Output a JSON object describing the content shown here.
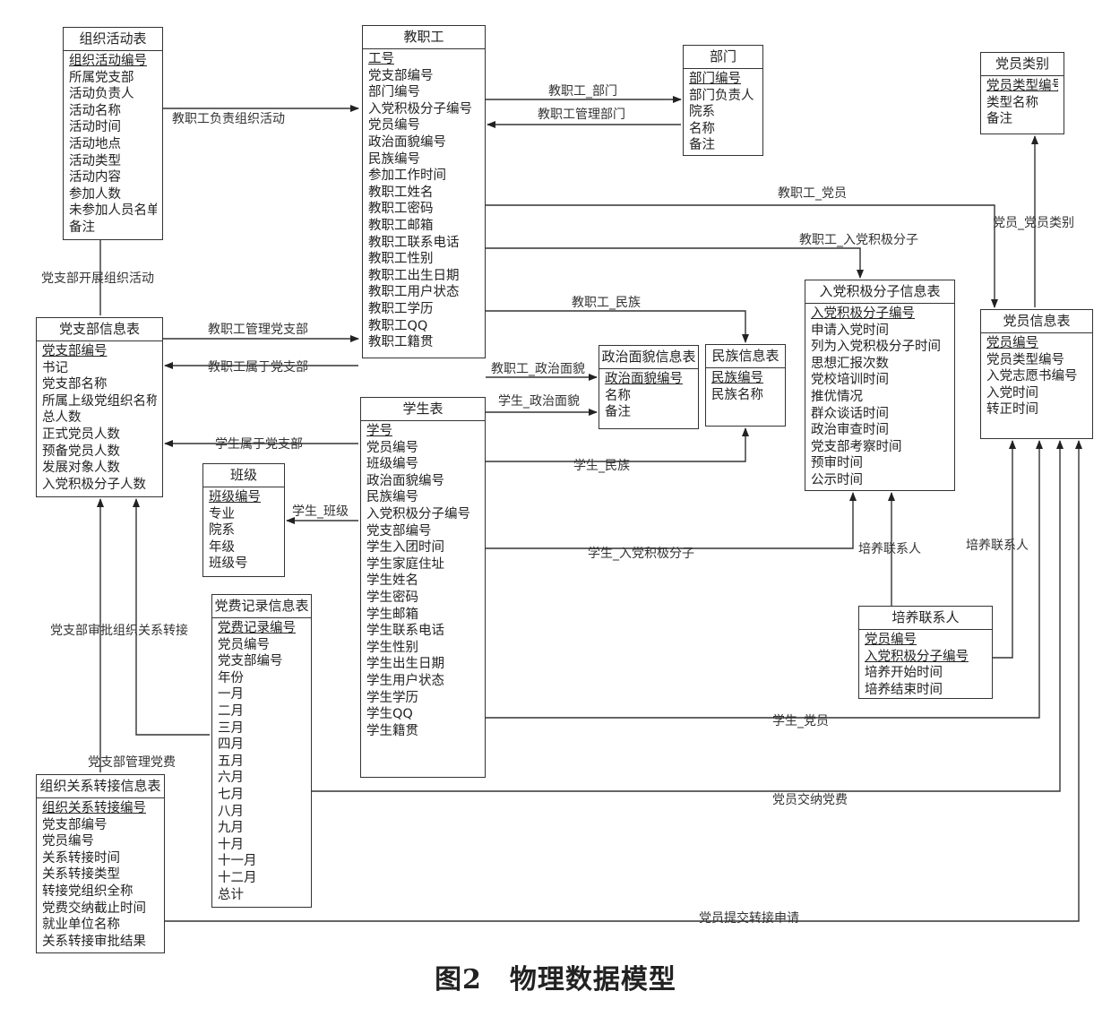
{
  "caption": "图2　物理数据模型",
  "entities": {
    "org_activity": {
      "title": "组织活动表",
      "fields": [
        "组织活动编号",
        "所属党支部",
        "活动负责人",
        "活动名称",
        "活动时间",
        "活动地点",
        "活动类型",
        "活动内容",
        "参加人数",
        "未参加人员名单",
        "备注"
      ],
      "pk_count": 1
    },
    "staff": {
      "title": "教职工",
      "fields": [
        "工号",
        "党支部编号",
        "部门编号",
        "入党积极分子编号",
        "党员编号",
        "政治面貌编号",
        "民族编号",
        "参加工作时间",
        "教职工姓名",
        "教职工密码",
        "教职工邮箱",
        "教职工联系电话",
        "教职工性别",
        "教职工出生日期",
        "教职工用户状态",
        "教职工学历",
        "教职工QQ",
        "教职工籍贯"
      ],
      "pk_count": 1
    },
    "dept": {
      "title": "部门",
      "fields": [
        "部门编号",
        "部门负责人",
        "院系",
        "名称",
        "备注"
      ],
      "pk_count": 1
    },
    "member_type": {
      "title": "党员类别",
      "fields": [
        "党员类型编号",
        "类型名称",
        "备注"
      ],
      "pk_count": 1
    },
    "branch": {
      "title": "党支部信息表",
      "fields": [
        "党支部编号",
        "书记",
        "党支部名称",
        "所属上级党组织名称",
        "总人数",
        "正式党员人数",
        "预备党员人数",
        "发展对象人数",
        "入党积极分子人数"
      ],
      "pk_count": 1
    },
    "activist": {
      "title": "入党积极分子信息表",
      "fields": [
        "入党积极分子编号",
        "申请入党时间",
        "列为入党积极分子时间",
        "思想汇报次数",
        "党校培训时间",
        "推优情况",
        "群众谈话时间",
        "政治审查时间",
        "党支部考察时间",
        "预审时间",
        "公示时间"
      ],
      "pk_count": 1
    },
    "member": {
      "title": "党员信息表",
      "fields": [
        "党员编号",
        "党员类型编号",
        "入党志愿书编号",
        "入党时间",
        "转正时间"
      ],
      "pk_count": 1
    },
    "political": {
      "title": "政治面貌信息表",
      "fields": [
        "政治面貌编号",
        "名称",
        "备注"
      ],
      "pk_count": 1
    },
    "nation": {
      "title": "民族信息表",
      "fields": [
        "民族编号",
        "民族名称"
      ],
      "pk_count": 1
    },
    "student": {
      "title": "学生表",
      "fields": [
        "学号",
        "党员编号",
        "班级编号",
        "政治面貌编号",
        "民族编号",
        "入党积极分子编号",
        "党支部编号",
        "学生入团时间",
        "学生家庭住址",
        "学生姓名",
        "学生密码",
        "学生邮箱",
        "学生联系电话",
        "学生性别",
        "学生出生日期",
        "学生用户状态",
        "学生学历",
        "学生QQ",
        "学生籍贯"
      ],
      "pk_count": 1
    },
    "class": {
      "title": "班级",
      "fields": [
        "班级编号",
        "专业",
        "院系",
        "年级",
        "班级号"
      ],
      "pk_count": 1
    },
    "fee": {
      "title": "党费记录信息表",
      "fields": [
        "党费记录编号",
        "党员编号",
        "党支部编号",
        "年份",
        "一月",
        "二月",
        "三月",
        "四月",
        "五月",
        "六月",
        "七月",
        "八月",
        "九月",
        "十月",
        "十一月",
        "十二月",
        "总计"
      ],
      "pk_count": 1
    },
    "trainer": {
      "title": "培养联系人",
      "fields": [
        "党员编号",
        "入党积极分子编号",
        "培养开始时间",
        "培养结束时间"
      ],
      "pk_count": 2
    },
    "transfer": {
      "title": "组织关系转接信息表",
      "fields": [
        "组织关系转接编号",
        "党支部编号",
        "党员编号",
        "关系转接时间",
        "关系转接类型",
        "转接党组织全称",
        "党费交纳截止时间",
        "就业单位名称",
        "关系转接审批结果"
      ],
      "pk_count": 1
    }
  },
  "relations": {
    "staff_lead_activity": "教职工负责组织活动",
    "staff_dept": "教职工_部门",
    "staff_manage_dept": "教职工管理部门",
    "staff_member": "教职工_党员",
    "member_member_type": "党员_党员类别",
    "staff_activist": "教职工_入党积极分子",
    "branch_activity": "党支部开展组织活动",
    "staff_nation": "教职工_民族",
    "staff_manage_branch": "教职工管理党支部",
    "staff_belong_branch": "教职工属于党支部",
    "staff_political": "教职工_政治面貌",
    "student_political": "学生_政治面貌",
    "student_belong_branch": "学生属于党支部",
    "student_nation": "学生_民族",
    "student_class": "学生_班级",
    "student_activist": "学生_入党积极分子",
    "trainer_1": "培养联系人",
    "trainer_2": "培养联系人",
    "branch_approve_transfer": "党支部审批组织关系转接",
    "branch_manage_fee": "党支部管理党费",
    "student_member": "学生_党员",
    "member_pay_fee": "党员交纳党费",
    "member_submit_transfer": "党员提交转接申请"
  }
}
